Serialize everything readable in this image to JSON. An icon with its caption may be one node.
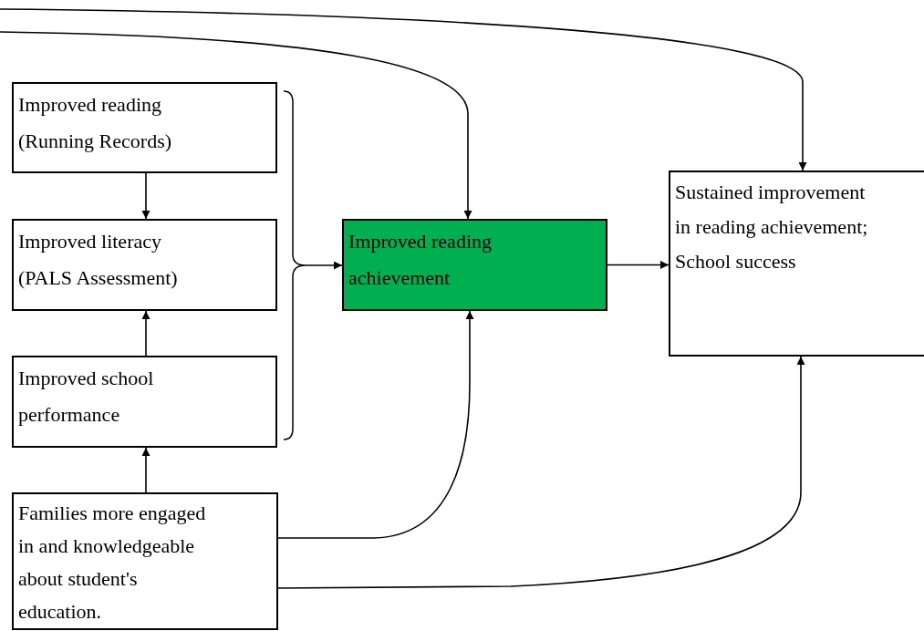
{
  "diagram": {
    "nodes": [
      {
        "text": [
          "Improved reading (Running Records)"
        ]
      },
      {
        "text": [
          "Improved literacy (PALS Assessment)"
        ]
      },
      {
        "text": [
          "Improved school performance"
        ]
      },
      {
        "text": [
          "Families more engaged in and knowledgeable about student's education."
        ]
      },
      {
        "text": [
          "Improved reading achievement"
        ]
      },
      {
        "text": [
          "Sustained improvement in reading achievement; School success"
        ]
      },
      {
        "text": [],
        "shape": "brace"
      }
    ],
    "edges": [
      {
        "from": 0,
        "to": 1,
        "arrow": "to"
      },
      {
        "from": 2,
        "to": 1,
        "arrow": "to"
      },
      {
        "from": 3,
        "to": 2,
        "arrow": "to"
      },
      {
        "from": 6,
        "to": 4,
        "arrow": "to"
      },
      {
        "from": 4,
        "to": 5,
        "arrow": "to"
      },
      {
        "from": 3,
        "to": 4,
        "arrow": "to"
      },
      {
        "from": 3,
        "to": 5,
        "arrow": "to"
      },
      {
        "from": null,
        "to": 4,
        "arrow": "to"
      },
      {
        "from": null,
        "to": 5,
        "arrow": "to"
      }
    ]
  }
}
